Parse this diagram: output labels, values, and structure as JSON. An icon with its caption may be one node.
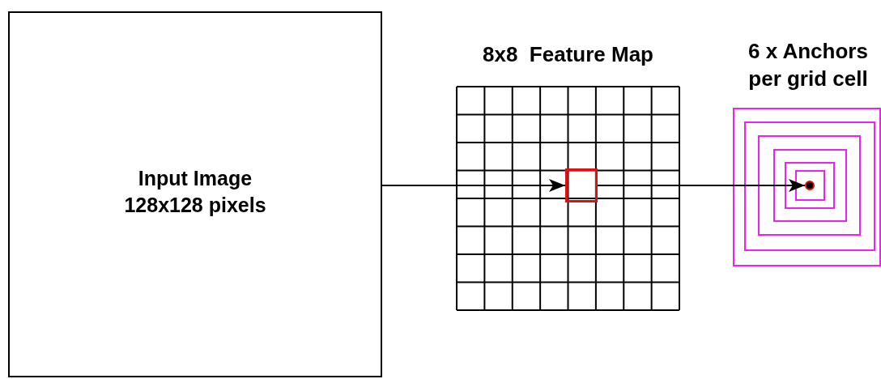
{
  "diagram": {
    "nodes": [
      {
        "text": [
          "Input Image 128x128 pixels"
        ]
      },
      {
        "text": [
          "8x8  Feature Map"
        ]
      },
      {
        "text": [],
        "shape": "box",
        "in": 1
      },
      {
        "text": [
          "6 x Anchors per grid cell"
        ]
      },
      {
        "text": [],
        "shape": "box",
        "in": 3
      },
      {
        "text": [],
        "shape": "box",
        "in": 4
      },
      {
        "text": [],
        "shape": "box",
        "in": 5
      },
      {
        "text": [],
        "shape": "box",
        "in": 6
      },
      {
        "text": [],
        "shape": "box",
        "in": 7
      },
      {
        "text": [],
        "shape": "circle",
        "in": 8
      }
    ],
    "edges": [
      {
        "from": 0,
        "to": 2,
        "arrow": "to"
      },
      {
        "from": 2,
        "to": 9,
        "arrow": "to"
      }
    ]
  }
}
